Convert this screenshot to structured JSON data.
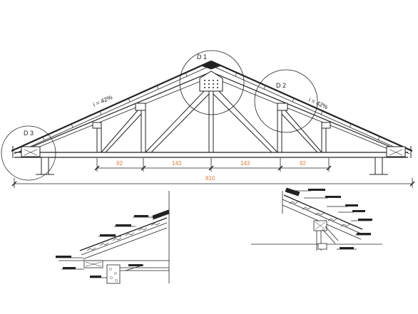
{
  "details": {
    "d1": "D 1",
    "d2": "D 2",
    "d3": "D 3"
  },
  "slopes": {
    "left": "i = 42%",
    "right": "i = 42%"
  },
  "dimensions": {
    "seg1": "92",
    "seg2": "143",
    "seg3": "143",
    "seg4": "92",
    "total": "810"
  },
  "colors": {
    "line": "#222222",
    "dimension_text": "#e07b39",
    "hatch": "#444444"
  }
}
